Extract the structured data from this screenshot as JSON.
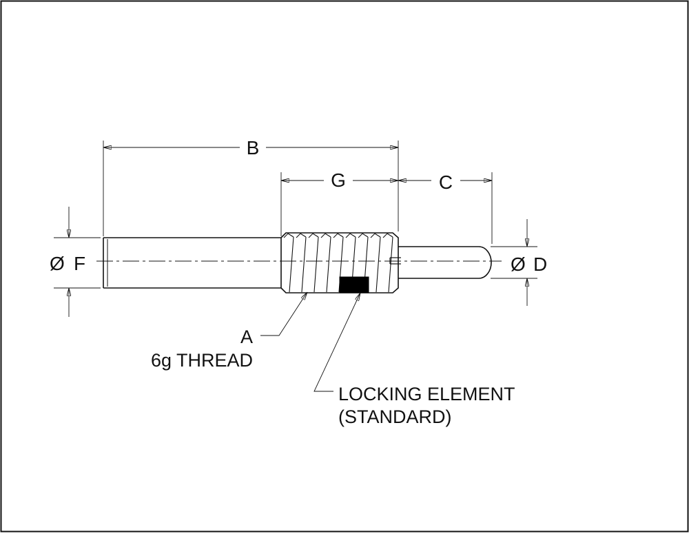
{
  "dimensions": {
    "B": "B",
    "G": "G",
    "C": "C",
    "F": "F",
    "D": "D",
    "diameter_symbol": "Ø"
  },
  "callouts": {
    "thread_label": "A",
    "thread_spec": "6g THREAD",
    "locking_line1": "LOCKING ELEMENT",
    "locking_line2": "(STANDARD)"
  },
  "colors": {
    "line": "#111111",
    "background": "#ffffff",
    "locking_element": "#000000"
  }
}
